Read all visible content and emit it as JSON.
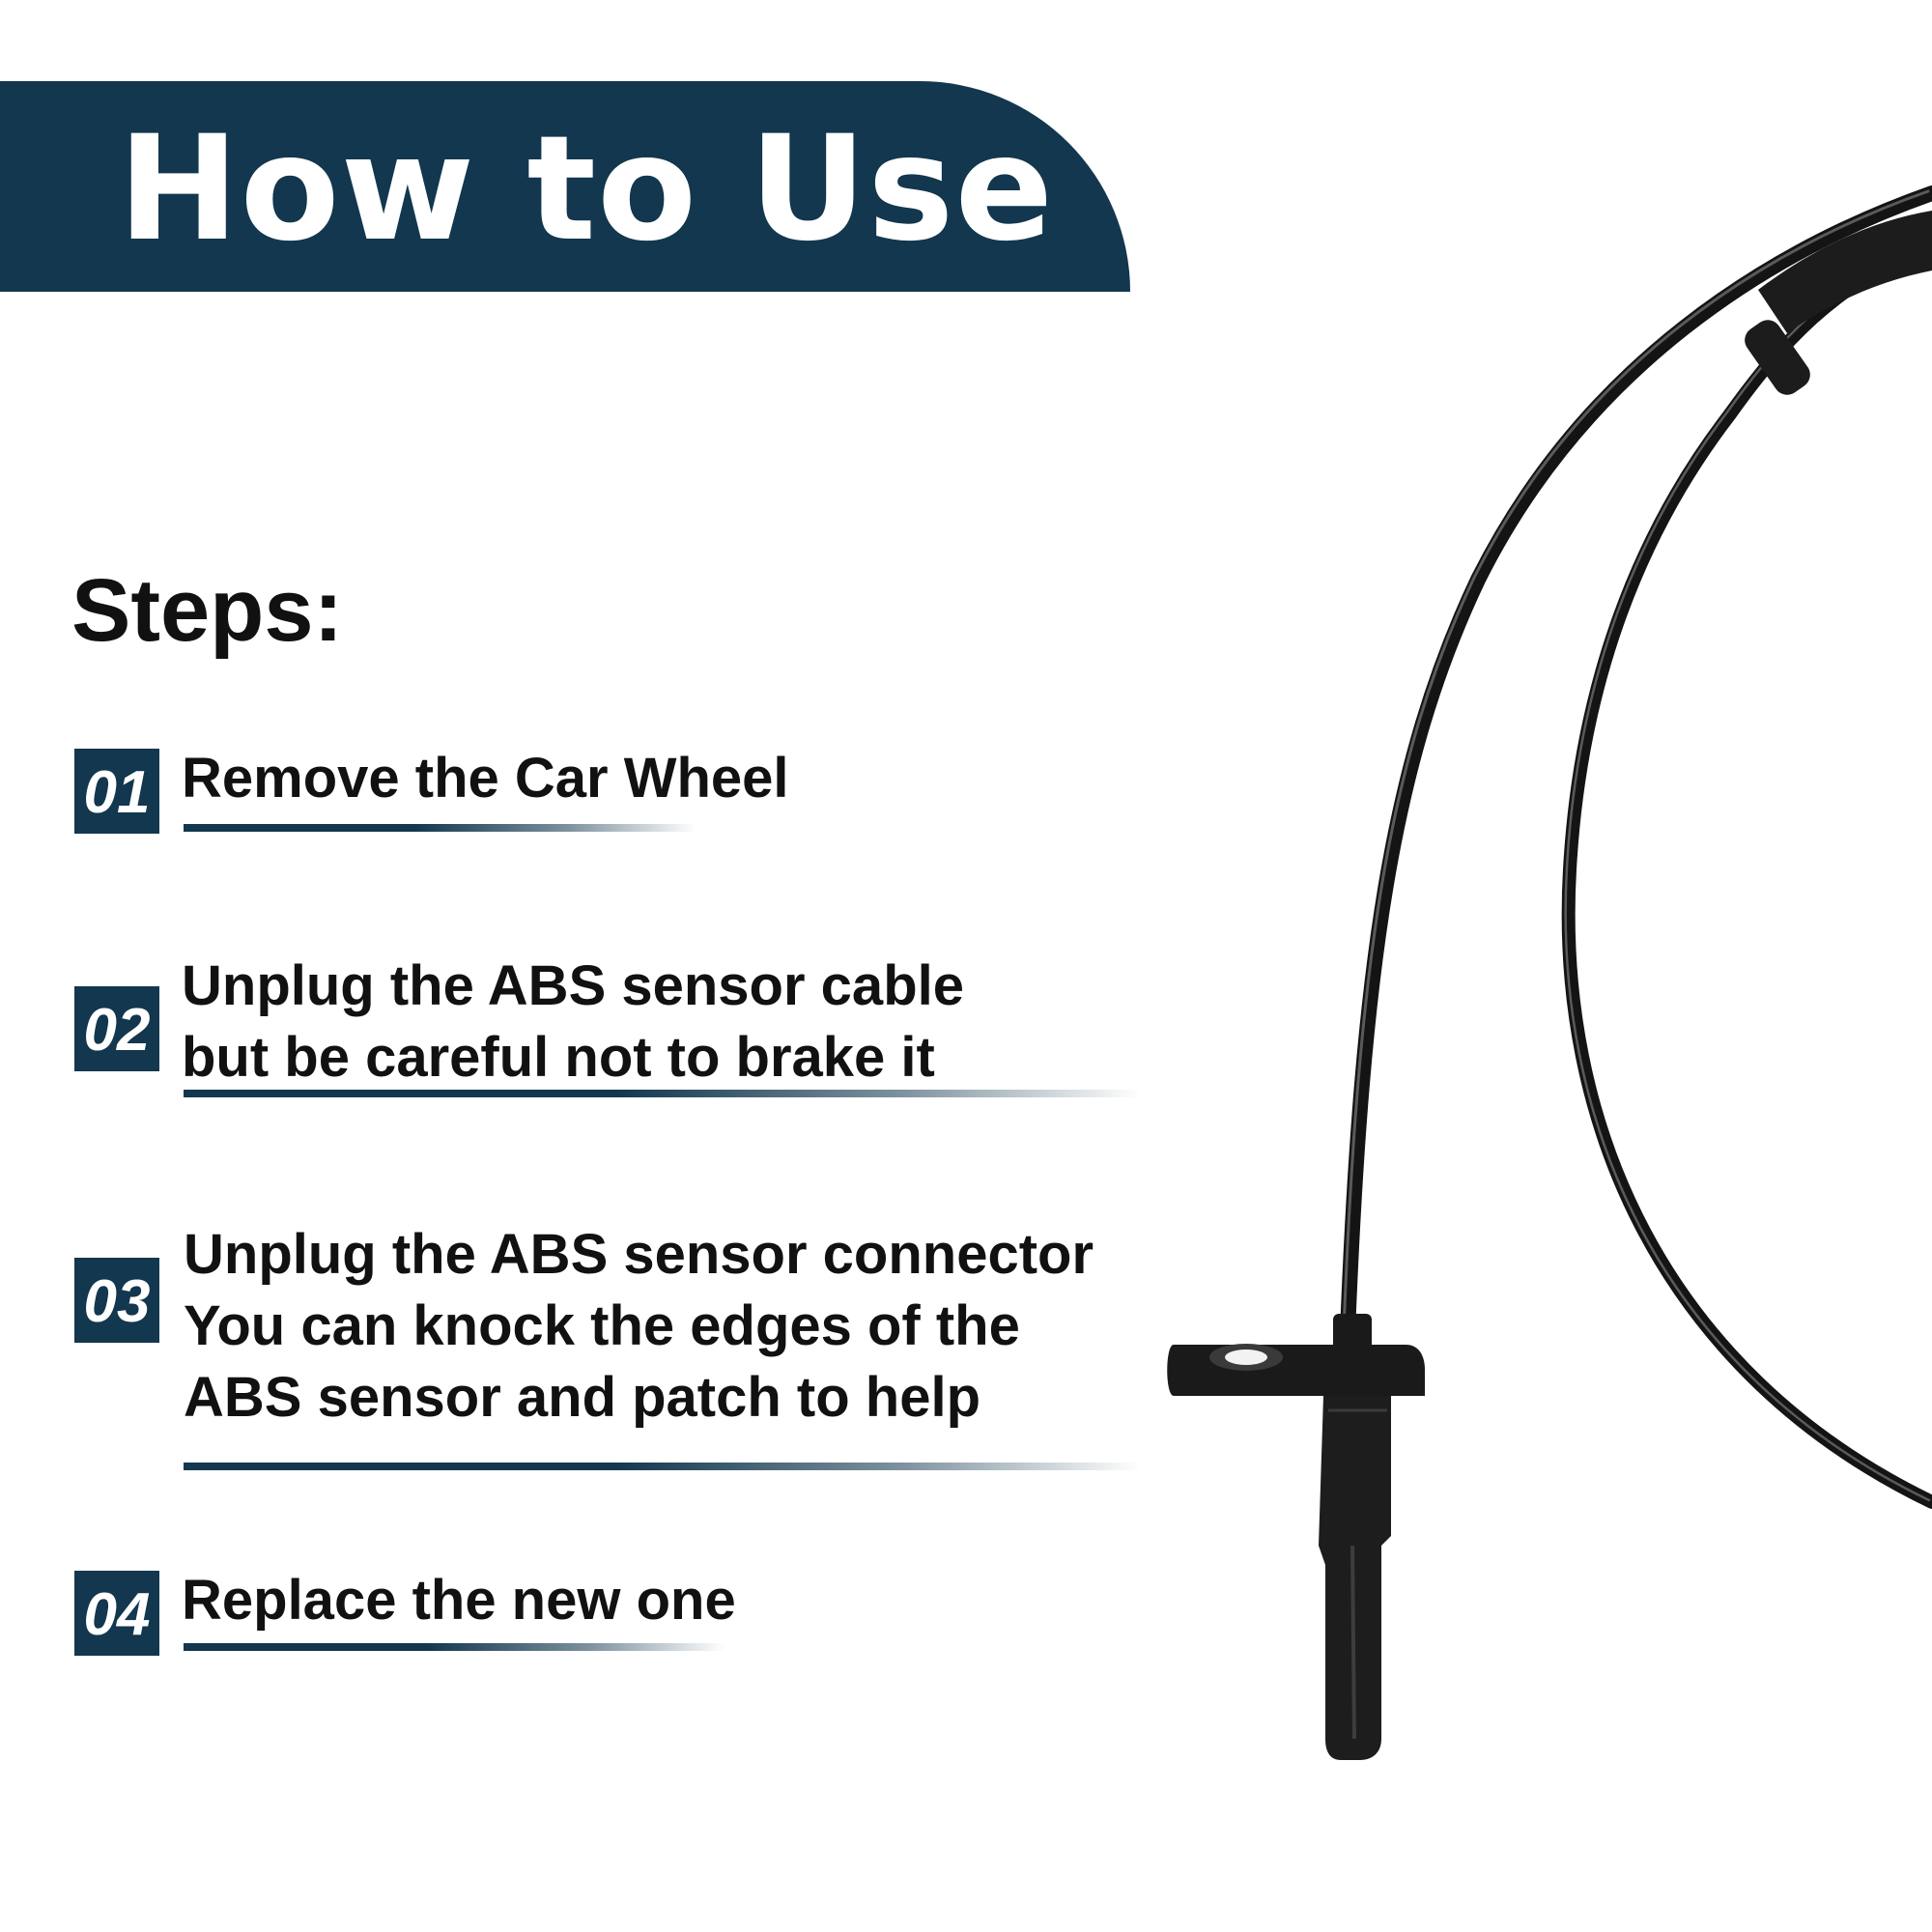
{
  "banner": {
    "title": "How to Use"
  },
  "steps_heading": "Steps:",
  "steps": [
    {
      "number": "01",
      "lines": [
        "Remove the Car Wheel"
      ]
    },
    {
      "number": "02",
      "lines": [
        "Unplug the ABS sensor cable",
        "but be careful not to brake it"
      ]
    },
    {
      "number": "03",
      "lines": [
        "Unplug the ABS sensor connector",
        "You can knock the edges of the",
        "ABS sensor and patch to help"
      ]
    },
    {
      "number": "04",
      "lines": [
        "Replace the new one"
      ]
    }
  ],
  "colors": {
    "accent": "#12374e",
    "text": "#111111",
    "background": "#ffffff"
  }
}
